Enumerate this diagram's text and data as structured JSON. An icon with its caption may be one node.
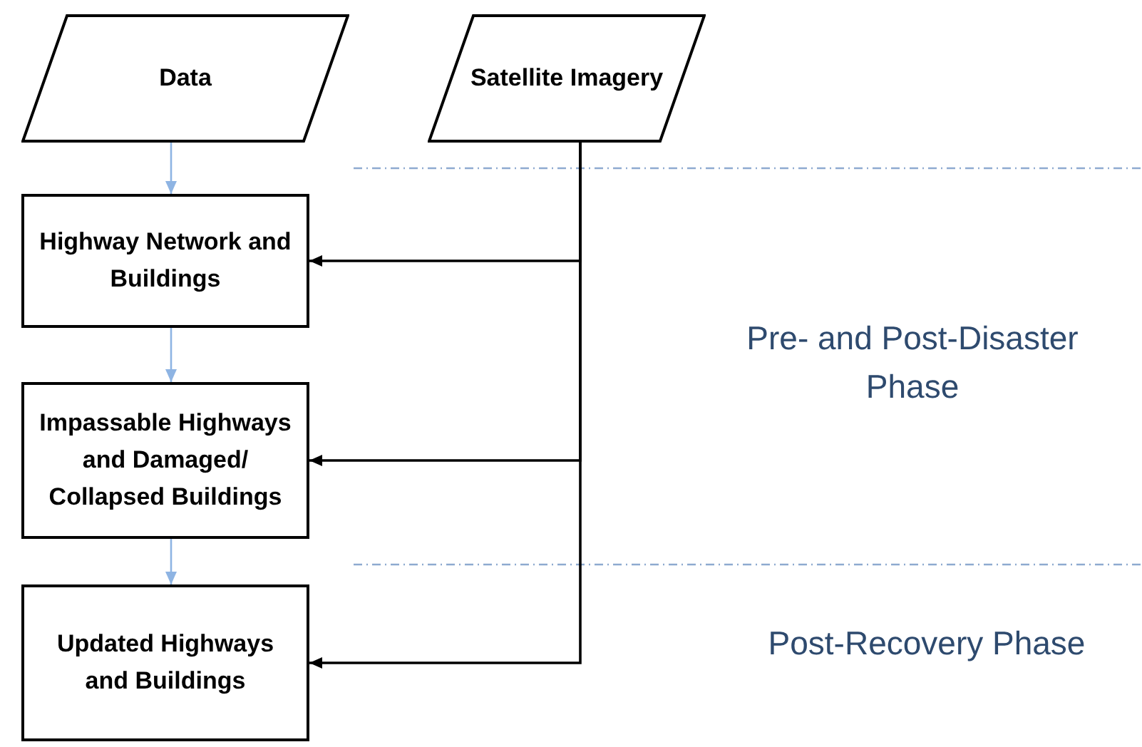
{
  "diagram": {
    "nodes": [
      {
        "text": [
          "Data"
        ]
      },
      {
        "text": [
          "Satellite Imagery"
        ]
      },
      {
        "text": [
          "Highway Network and Buildings"
        ]
      },
      {
        "text": [
          "Impassable Highways and Damaged/ Collapsed Buildings"
        ]
      },
      {
        "text": [
          "Updated Highways and Buildings"
        ]
      }
    ],
    "edges": [
      {
        "from": 0,
        "to": 2,
        "arrow": "to",
        "color": "#8eb4e3"
      },
      {
        "from": 2,
        "to": 3,
        "arrow": "to",
        "color": "#8eb4e3"
      },
      {
        "from": 3,
        "to": 4,
        "arrow": "to",
        "color": "#8eb4e3"
      },
      {
        "from": 1,
        "to": 2,
        "arrow": "to",
        "color": "#000000"
      },
      {
        "from": 1,
        "to": 3,
        "arrow": "to",
        "color": "#000000"
      },
      {
        "from": 1,
        "to": 4,
        "arrow": "to",
        "color": "#000000"
      }
    ],
    "labels": [
      "Pre- and Post-Disaster Phase",
      "Post-Recovery Phase"
    ]
  }
}
